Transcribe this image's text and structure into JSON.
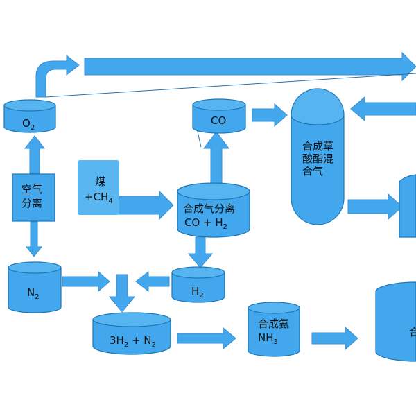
{
  "diagram": {
    "colors": {
      "fill": "#42a7ec",
      "stroke": "#1f77b4",
      "coal_fill": "#5ab6f0"
    },
    "nodes": {
      "o2": {
        "main": "O",
        "sub": "2"
      },
      "co": {
        "main": "CO"
      },
      "oxalate": {
        "line1": "合成草",
        "line2": "酸酯混",
        "line3": "合气"
      },
      "air_sep": {
        "line1": "空气",
        "line2": "分离"
      },
      "coal": {
        "line1": "煤",
        "line2_main": "+CH",
        "line2_sub": "4"
      },
      "syngas_sep": {
        "line1": "合成气分离",
        "line2_main": "CO + H",
        "line2_sub": "2"
      },
      "n2": {
        "main": "N",
        "sub": "2"
      },
      "h2": {
        "main": "H",
        "sub": "2"
      },
      "mix": {
        "p1": "3H",
        "s1": "2",
        "p2": " + N",
        "s2": "2"
      },
      "ammonia": {
        "line1": "合成氨",
        "line2_main": "NH",
        "line2_sub": "3"
      },
      "right_bottom": {
        "label": "合"
      }
    }
  }
}
